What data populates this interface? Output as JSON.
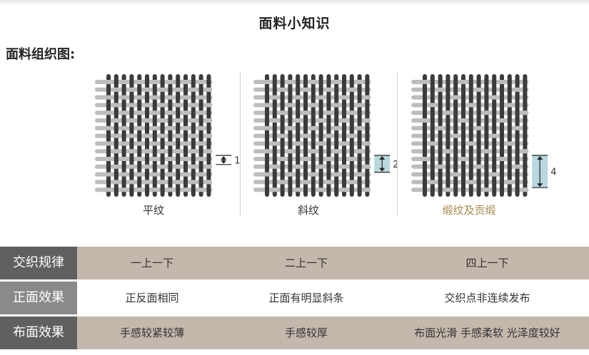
{
  "page": {
    "title": "面料小知识",
    "section_heading": "面料组织图:"
  },
  "weaves": [
    {
      "name": "平纹",
      "float_label": "1",
      "highlight": false,
      "pattern": "plain"
    },
    {
      "name": "斜纹",
      "float_label": "2",
      "highlight": false,
      "pattern": "twill"
    },
    {
      "name": "缎纹及贡缎",
      "float_label": "4",
      "highlight": true,
      "pattern": "satin"
    }
  ],
  "table": {
    "rows": [
      {
        "label": "交织规律",
        "cells": [
          "一上一下",
          "二上一下",
          "四上一下"
        ]
      },
      {
        "label": "正面效果",
        "cells": [
          "正反面相同",
          "正面有明显斜条",
          "交织点非连续发布"
        ]
      },
      {
        "label": "布面效果",
        "cells": [
          "手感较紧较薄",
          "手感较厚",
          "布面光滑 手感柔软 光泽度较好"
        ]
      }
    ]
  },
  "colors": {
    "warp": "#3b3b3b",
    "weft": "#bdbdbd",
    "marker_fill": "#b9d7de",
    "label_bg_dark": "#606060",
    "label_bg_light": "#8a8a8a",
    "row_bg_tan": "#c4b8ad",
    "row_bg_white": "#ffffff",
    "highlight_text": "#a6884d"
  }
}
